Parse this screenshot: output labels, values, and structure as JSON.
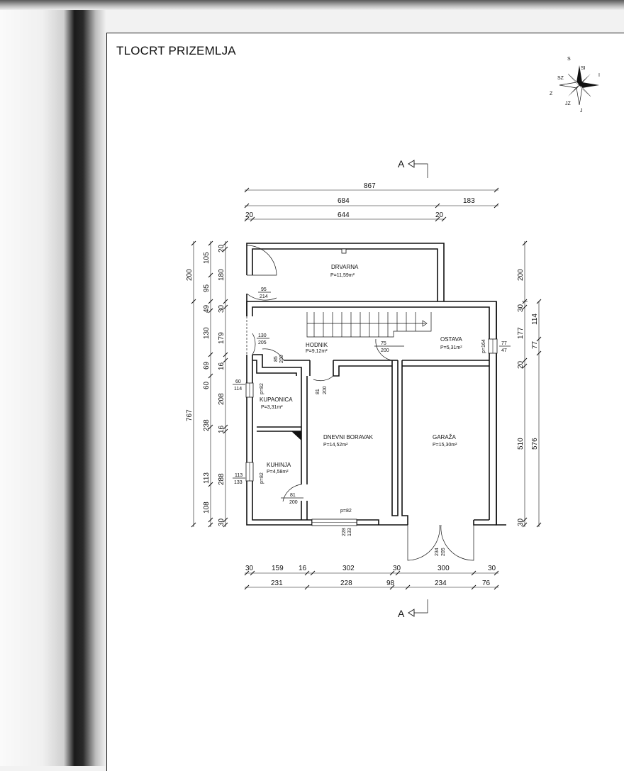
{
  "title": "TLOCRT PRIZEMLJA",
  "compass": {
    "labels": [
      "S",
      "SI",
      "I",
      "J",
      "JZ",
      "Z",
      "SZ"
    ]
  },
  "section_marker": {
    "top": "A",
    "bottom": "A"
  },
  "dimensions": {
    "top": [
      "867",
      "684",
      "183",
      "20",
      "644",
      "20"
    ],
    "left_outer": [
      "200",
      "767"
    ],
    "left_mid": [
      "105",
      "95",
      "49",
      "130",
      "69",
      "60",
      "238",
      "113",
      "108"
    ],
    "left_inner": [
      "20",
      "180",
      "30",
      "179",
      "16",
      "208",
      "16",
      "288",
      "30"
    ],
    "right_outer": [
      "200",
      "510"
    ],
    "right_mid": [
      "30",
      "177",
      "20",
      "576",
      "30"
    ],
    "right_inner": [
      "114",
      "77"
    ],
    "bottom_row1": [
      "30",
      "159",
      "16",
      "302",
      "30",
      "300",
      "30"
    ],
    "bottom_row2": [
      "231",
      "228",
      "98",
      "234",
      "76"
    ]
  },
  "rooms": {
    "drvarna": {
      "name": "DRVARNA",
      "area": "P=11,59m²"
    },
    "hodnik": {
      "name": "HODNIK",
      "area": "P=9,12m²"
    },
    "ostava": {
      "name": "OSTAVA",
      "area": "P=5,31m²"
    },
    "kupaonica": {
      "name": "KUPAONICA",
      "area": "P=3,31m²"
    },
    "dnevni": {
      "name": "DNEVNI BORAVAK",
      "area": "P=14,52m²"
    },
    "garaza": {
      "name": "GARAŽA",
      "area": "P=15,30m²"
    },
    "kuhinja": {
      "name": "KUHINJA",
      "area": "P=4,58m²"
    }
  },
  "openings": {
    "d95": [
      "95",
      "214"
    ],
    "d130": [
      "130",
      "205"
    ],
    "d85": [
      "85",
      "200"
    ],
    "d75": [
      "75",
      "200"
    ],
    "w77": [
      "77",
      "47"
    ],
    "w164": "p=164",
    "w60": [
      "60",
      "114"
    ],
    "w82a": "p=82",
    "d81a": [
      "81",
      "200"
    ],
    "w113": [
      "113",
      "133"
    ],
    "w82b": "p=82",
    "d81b": [
      "81",
      "200"
    ],
    "w82c": "p=82",
    "w228": [
      "228",
      "133"
    ],
    "d234": [
      "234",
      "205"
    ]
  }
}
